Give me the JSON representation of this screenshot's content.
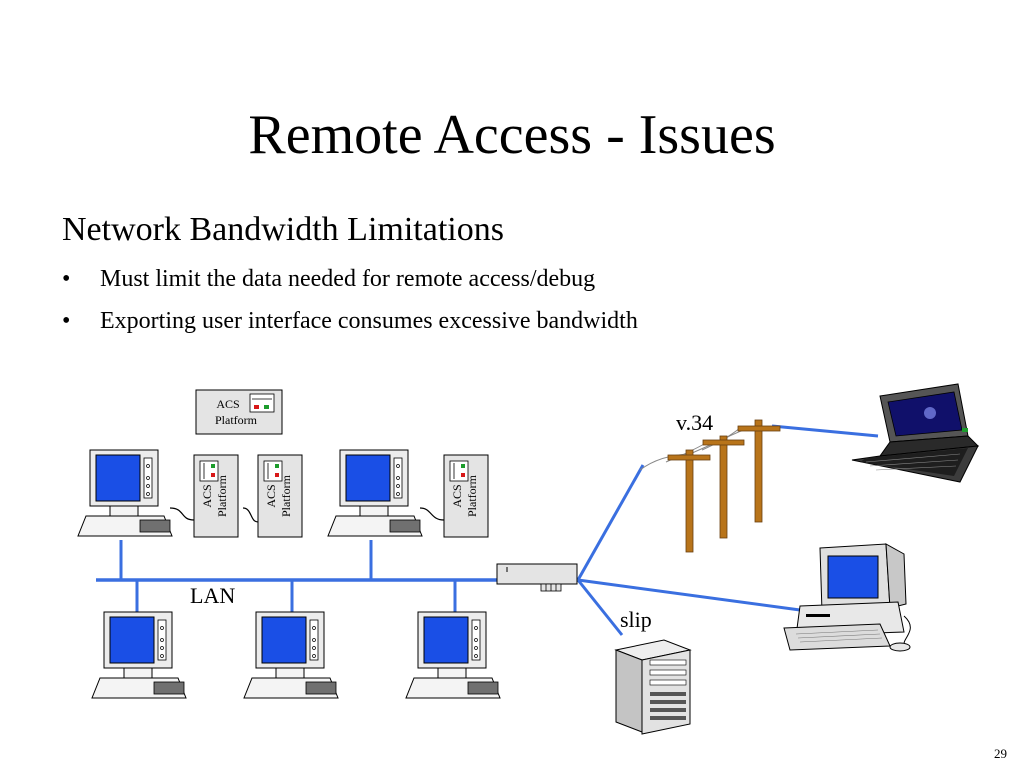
{
  "slide": {
    "title": "Remote Access - Issues",
    "subtitle": "Network Bandwidth Limitations",
    "bullets": [
      {
        "marker": "•",
        "text": "Must limit the data needed for remote access/debug"
      },
      {
        "marker": "•",
        "text": "Exporting user interface consumes excessive bandwidth"
      }
    ],
    "page_number": "29"
  },
  "diagram": {
    "acs_box_label_line1": "ACS",
    "acs_box_label_line2": "Platform",
    "lan_label": "LAN",
    "modem_label": "v.34",
    "slip_label": "slip",
    "colors": {
      "network_line": "#3a6fe0",
      "screen": "#1a4fe6",
      "pole": "#b8741a",
      "device_fill": "#e4e4e4"
    }
  }
}
